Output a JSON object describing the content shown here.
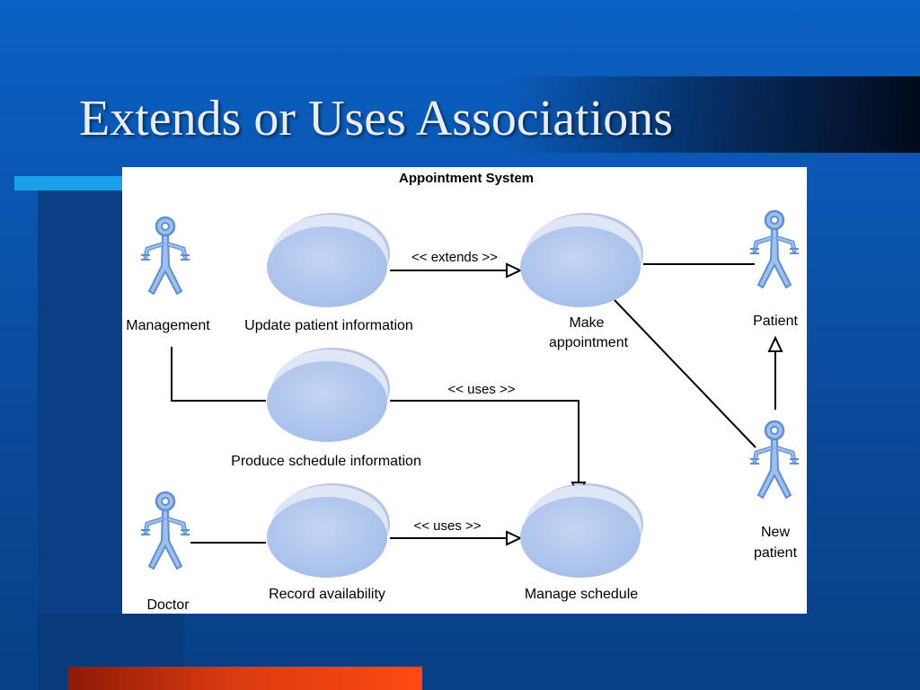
{
  "slide": {
    "title": "Extends or Uses Associations"
  },
  "diagram": {
    "system_name": "Appointment System",
    "actors": {
      "management": "Management",
      "doctor": "Doctor",
      "patient": "Patient",
      "new_patient_line1": "New",
      "new_patient_line2": "patient"
    },
    "use_cases": {
      "update": "Update patient information",
      "make_line1": "Make",
      "make_line2": "appointment",
      "produce": "Produce schedule information",
      "record": "Record availability",
      "manage": "Manage schedule"
    },
    "relations": {
      "extends": "<< extends >>",
      "uses_produce": "<< uses >>",
      "uses_record": "<< uses >>"
    }
  },
  "colors": {
    "background": "#0a55b0",
    "accent_cyan": "#1aa0e6",
    "accent_orange": "#ff4a12",
    "actor_blue": "#8fb4e8",
    "use_case_fill": "#b3c8ee"
  }
}
